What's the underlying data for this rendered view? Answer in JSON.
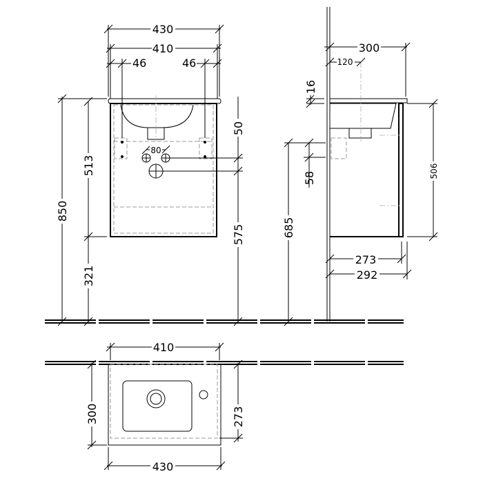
{
  "front_view": {
    "width_overall": "430",
    "width_basin": "410",
    "offset_left": "46",
    "offset_right": "46",
    "height_total": "850",
    "height_cabinet": "513",
    "height_floor_to_cabinet": "321",
    "drain_height": "575",
    "drain_spacing_vertical": "50",
    "supply_spacing": "80"
  },
  "side_view": {
    "depth_overall": "300",
    "tap_offset": "120",
    "top_thickness": "16",
    "cabinet_height": "506",
    "bracket_height": "685",
    "bracket_spacing": "58",
    "body_depth": "273",
    "front_depth": "292"
  },
  "plan_view": {
    "width_top": "410",
    "width_bottom": "430",
    "depth_left": "300",
    "depth_right": "273"
  }
}
